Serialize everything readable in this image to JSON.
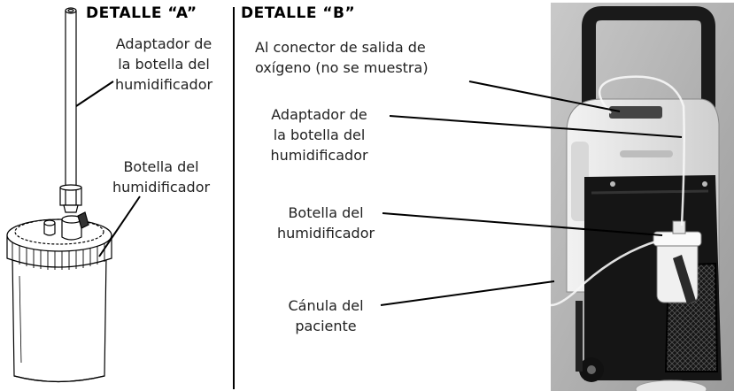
{
  "detail_a": {
    "heading": "DETALLE “A”",
    "adapter_label": [
      "Adaptador de",
      "la botella del",
      "humidificador"
    ],
    "bottle_label": [
      "Botella del",
      "humidificador"
    ]
  },
  "detail_b": {
    "heading": "DETALLE “B”",
    "oxygen_outlet_label": [
      "Al conector de salida de",
      "oxígeno (no se muestra)"
    ],
    "adapter_label": [
      "Adaptador de",
      "la botella del",
      "humidificador"
    ],
    "bottle_label": [
      "Botella del",
      "humidificador"
    ],
    "cannula_label": [
      "Cánula del",
      "paciente"
    ]
  }
}
